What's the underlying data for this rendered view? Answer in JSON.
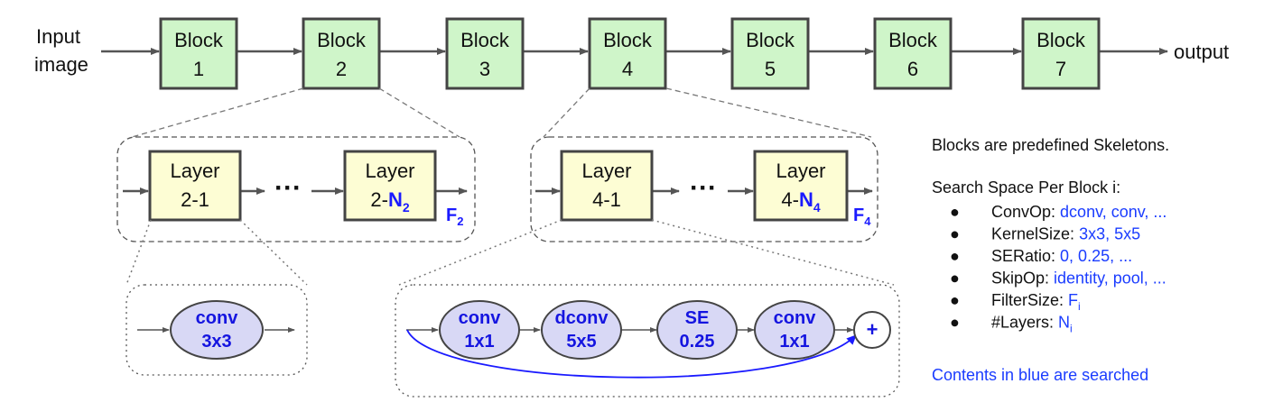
{
  "input_label": [
    "Input",
    "image"
  ],
  "output_label": "output",
  "blocks": [
    {
      "line1": "Block",
      "line2": "1"
    },
    {
      "line1": "Block",
      "line2": "2"
    },
    {
      "line1": "Block",
      "line2": "3"
    },
    {
      "line1": "Block",
      "line2": "4"
    },
    {
      "line1": "Block",
      "line2": "5"
    },
    {
      "line1": "Block",
      "line2": "6"
    },
    {
      "line1": "Block",
      "line2": "7"
    }
  ],
  "expansion_2": {
    "first_layer": {
      "line1": "Layer",
      "line2": "2-1"
    },
    "ellipsis": "···",
    "last_layer": {
      "line1": "Layer",
      "line2_prefix": "2-",
      "line2_blue": "N",
      "line2_sub": "2"
    },
    "filter_label": "F",
    "filter_sub": "2",
    "ops": [
      {
        "line1": "conv",
        "line2": "3x3"
      }
    ]
  },
  "expansion_4": {
    "first_layer": {
      "line1": "Layer",
      "line2": "4-1"
    },
    "ellipsis": "···",
    "last_layer": {
      "line1": "Layer",
      "line2_prefix": "4-",
      "line2_blue": "N",
      "line2_sub": "4"
    },
    "filter_label": "F",
    "filter_sub": "4",
    "ops": [
      {
        "line1": "conv",
        "line2": "1x1"
      },
      {
        "line1": "dconv",
        "line2": "5x5"
      },
      {
        "line1": "SE",
        "line2": "0.25"
      },
      {
        "line1": "conv",
        "line2": "1x1"
      }
    ],
    "add_symbol": "+"
  },
  "legend": {
    "title": "Blocks are predefined Skeletons.",
    "subtitle": "Search Space Per Block i:",
    "bullet": "●",
    "items": [
      {
        "name": "ConvOp: ",
        "value": "dconv, conv, ...",
        "sub": ""
      },
      {
        "name": "KernelSize: ",
        "value": "3x3, 5x5",
        "sub": ""
      },
      {
        "name": "SERatio: ",
        "value": "0, 0.25, ...",
        "sub": ""
      },
      {
        "name": "SkipOp: ",
        "value": "identity, pool, ...",
        "sub": ""
      },
      {
        "name": "FilterSize: ",
        "value": "F",
        "sub": "i"
      },
      {
        "name": "#Layers: ",
        "value": "N",
        "sub": "i"
      }
    ],
    "footer": "Contents in blue are searched"
  },
  "colors": {
    "block_fill": "#cff5c9",
    "layer_fill": "#fdfdd4",
    "op_fill": "#d8d8f5",
    "blue": "#1a1aff",
    "line": "#555555"
  }
}
